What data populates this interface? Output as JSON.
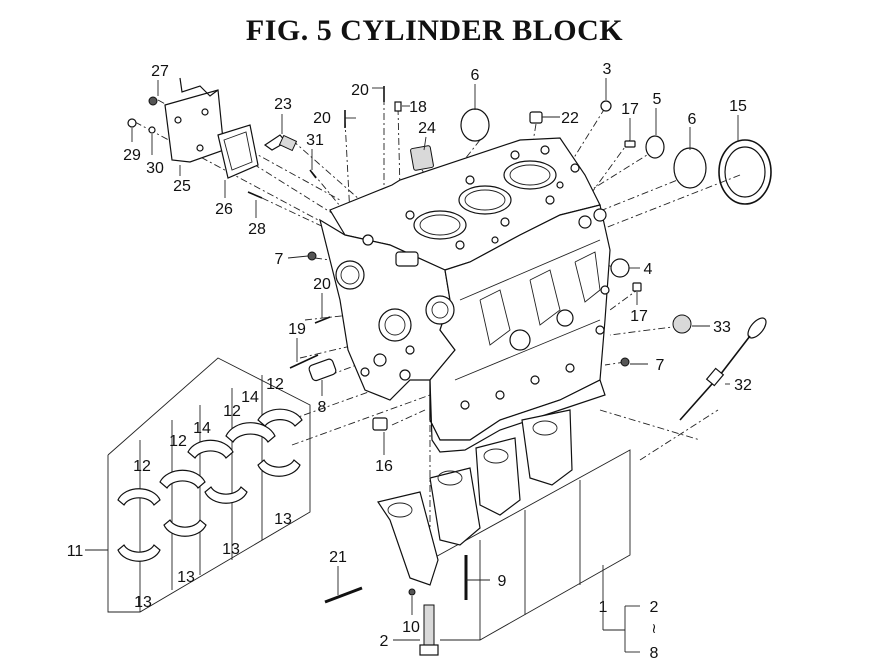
{
  "title": "FIG.  5  CYLINDER BLOCK",
  "callouts": {
    "c27": "27",
    "c29": "29",
    "c30": "30",
    "c25": "25",
    "c26": "26",
    "c28": "28",
    "c23": "23",
    "c31": "31",
    "c20a": "20",
    "c20b": "20",
    "c20c": "20",
    "c18": "18",
    "c24": "24",
    "c6a": "6",
    "c22": "22",
    "c3": "3",
    "c5": "5",
    "c17a": "17",
    "c6b": "6",
    "c15": "15",
    "c4": "4",
    "c17b": "17",
    "c7a": "7",
    "c7b": "7",
    "c33": "33",
    "c19": "19",
    "c8": "8",
    "c32": "32",
    "c16": "16",
    "c12a": "12",
    "c12b": "12",
    "c12c": "12",
    "c12d": "12",
    "c14a": "14",
    "c14b": "14",
    "c13a": "13",
    "c13b": "13",
    "c13c": "13",
    "c13d": "13",
    "c11": "11",
    "c21": "21",
    "c9": "9",
    "c10": "10",
    "c2": "2",
    "c1": "1",
    "g2": "2",
    "gtilde": "≀",
    "g8": "8"
  },
  "colors": {
    "line": "#111111",
    "background": "#ffffff"
  }
}
